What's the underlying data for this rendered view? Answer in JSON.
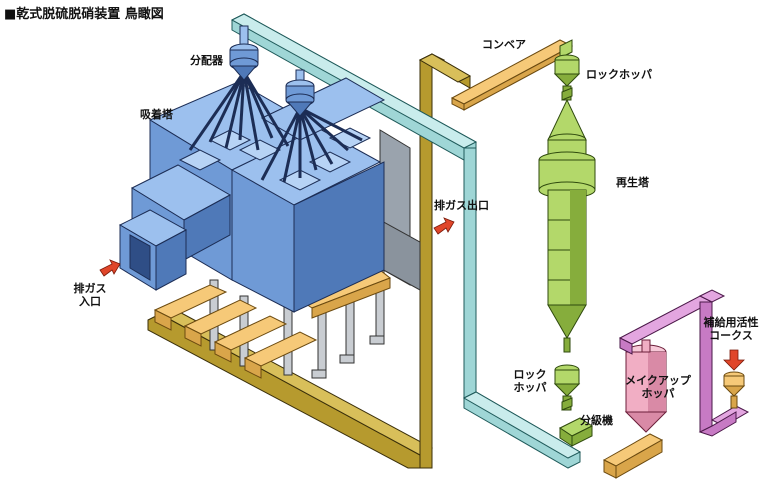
{
  "title": "■乾式脱硫脱硝装置 鳥瞰図",
  "labels": {
    "distributor": "分配器",
    "absorber": "吸着塔",
    "inlet_line1": "排ガス",
    "inlet_line2": "入口",
    "outlet": "排ガス出口",
    "conveyor": "コンベア",
    "lock_hopper_top": "ロックホッパ",
    "regenerator": "再生塔",
    "lock_hopper_bottom_line1": "ロック",
    "lock_hopper_bottom_line2": "ホッパ",
    "classifier": "分級機",
    "makeup_hopper_line1": "メイクアップ",
    "makeup_hopper_line2": "ホッパ",
    "coke_line1": "補給用活性",
    "coke_line2": "コークス"
  },
  "colors": {
    "absorber_blue": "#6f9ad6",
    "absorber_light": "#9cc0ee",
    "absorber_dark": "#4f79b8",
    "pipe_olive": "#b69a2e",
    "pipe_teal": "#9fd6d6",
    "regen_green": "#b3d86a",
    "regen_dark": "#86ad3c",
    "orange_conveyor": "#f6c978",
    "purple_pipe": "#c77ac4",
    "pink_hopper": "#f1aec4",
    "arrow_red": "#e0462a"
  }
}
